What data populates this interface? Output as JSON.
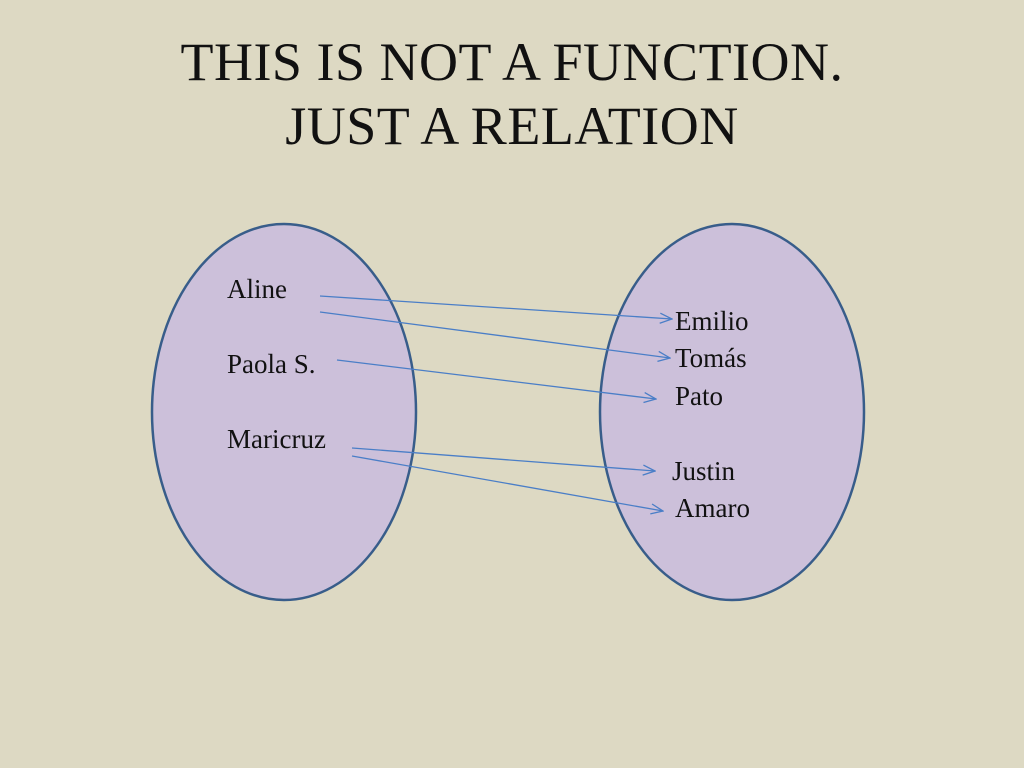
{
  "slide": {
    "title_line1": "THIS IS NOT A FUNCTION.",
    "title_line2": "JUST A RELATION"
  },
  "diagram": {
    "type": "relation-mapping",
    "domain": [
      "Aline",
      "Paola S.",
      "Maricruz"
    ],
    "range": [
      "Emilio",
      "Tomás",
      "Pato",
      "Justin",
      "Amaro"
    ],
    "mappings": [
      {
        "from": "Aline",
        "to": "Emilio"
      },
      {
        "from": "Aline",
        "to": "Tomás"
      },
      {
        "from": "Paola S.",
        "to": "Pato"
      },
      {
        "from": "Maricruz",
        "to": "Justin"
      },
      {
        "from": "Maricruz",
        "to": "Amaro"
      }
    ]
  },
  "colors": {
    "background": "#ddd9c3",
    "oval_fill": "#ccc0da",
    "oval_stroke": "#385d8a",
    "arrow": "#4a7ec7"
  }
}
